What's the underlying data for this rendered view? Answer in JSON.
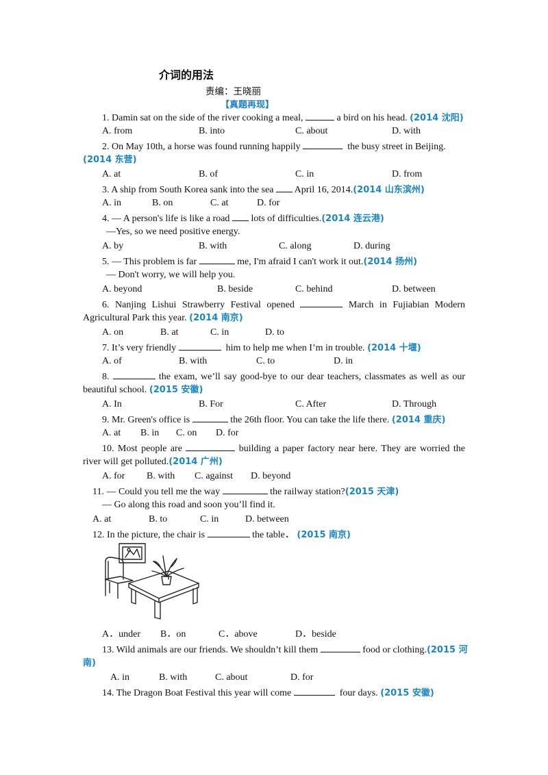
{
  "header": {
    "title": "介词的用法",
    "editor": "责编：王晓丽",
    "section": "【真题再现】"
  },
  "questions": [
    {
      "a": "1. Damin sat on the side of the river cooking a meal,",
      "b": "a bird on his head.",
      "src": "(2014 沈阳)",
      "options": [
        "A. from",
        "B. into",
        "C. about",
        "D. with"
      ]
    },
    {
      "a": "2. On May 10th, a horse was found running happily",
      "b": "the busy street in Beijing.",
      "src": "(2014 东营)",
      "options": [
        "A.   at",
        "B. of",
        "C. in",
        "D. from"
      ]
    },
    {
      "a": "3. A ship from South Korea sank into the sea",
      "b": "April 16, 2014.",
      "src": "(2014 山东滨州)",
      "options": [
        "A. in",
        "B. on",
        "C. at",
        "D. for"
      ]
    },
    {
      "a": "4. — A person's life is like a road",
      "b": "lots of difficulties.",
      "src": "(2014 连云港)",
      "extra": "—Yes, so we need positive energy.",
      "options": [
        "A. by",
        "B. with",
        "C. along",
        "D. during"
      ]
    },
    {
      "a": "5. — This problem is far",
      "b": "me, I'm afraid I can't work it out.",
      "src": "(2014 扬州)",
      "extra": "— Don't worry, we will help you.",
      "options": [
        "A. beyond",
        "B. beside",
        "C. behind",
        "D. between"
      ]
    },
    {
      "a": "6.  Nanjing  Lishui  Strawberry  Festival  opened",
      "b": "March  in  Fujiabian  Modern",
      "cont": "Agricultural Park this year.",
      "src": "(2014 南京)",
      "options": [
        "A. on",
        "B. at",
        "C. in",
        "D. to"
      ]
    },
    {
      "a": "7. It’s very friendly",
      "b": "him to help me when I’m in trouble.",
      "src": "(2014 十堰)",
      "options": [
        "A. of",
        "B. with",
        "C. to",
        "D. in"
      ]
    },
    {
      "a": "8.",
      "b": "the exam, we’ll say good-bye to our dear teachers, classmates as well as our",
      "cont": "beautiful school.",
      "src": "(2015 安徽)",
      "options": [
        "A. In",
        "B. For",
        "C. After",
        "D. Through"
      ]
    },
    {
      "a": "9. Mr. Green's office is",
      "b": "the 26th floor. You can take the life there.",
      "src": "(2014 重庆)",
      "options": [
        "A. at",
        "B. in",
        "C. on",
        "D. for"
      ]
    },
    {
      "a": "10.  Most  people  are",
      "b": "building  a  paper  factory  near  here.  They  are  worried  the",
      "cont": "river will get polluted.",
      "src": "(2014 广州)",
      "options": [
        "A. for",
        "B. with",
        "C. against",
        "D. beyond"
      ]
    },
    {
      "a": "11. — Could you tell me the way",
      "b": "the railway station?",
      "src": "(2015 天津)",
      "extra": "— Go along this road and soon you’ll find it.",
      "options": [
        "A.   at",
        "B. to",
        "C. in",
        "D. between"
      ]
    },
    {
      "a": "12. In the picture, the chair is",
      "b": "the table．",
      "src": "(2015 南京)",
      "options": [
        "A．under",
        "B．on",
        "C．above",
        "D．beside"
      ]
    },
    {
      "a": "13. Wild animals are our friends. We shouldn’t kill them",
      "b": "food or clothing.",
      "src": "(2015 河",
      "src2": "南)",
      "options": [
        "A. in",
        "B. with",
        "C. about",
        "D. for"
      ]
    },
    {
      "a": "14. The Dragon Boat Festival this year will come",
      "b": "four days.",
      "src": "(2015 安徽)"
    }
  ]
}
